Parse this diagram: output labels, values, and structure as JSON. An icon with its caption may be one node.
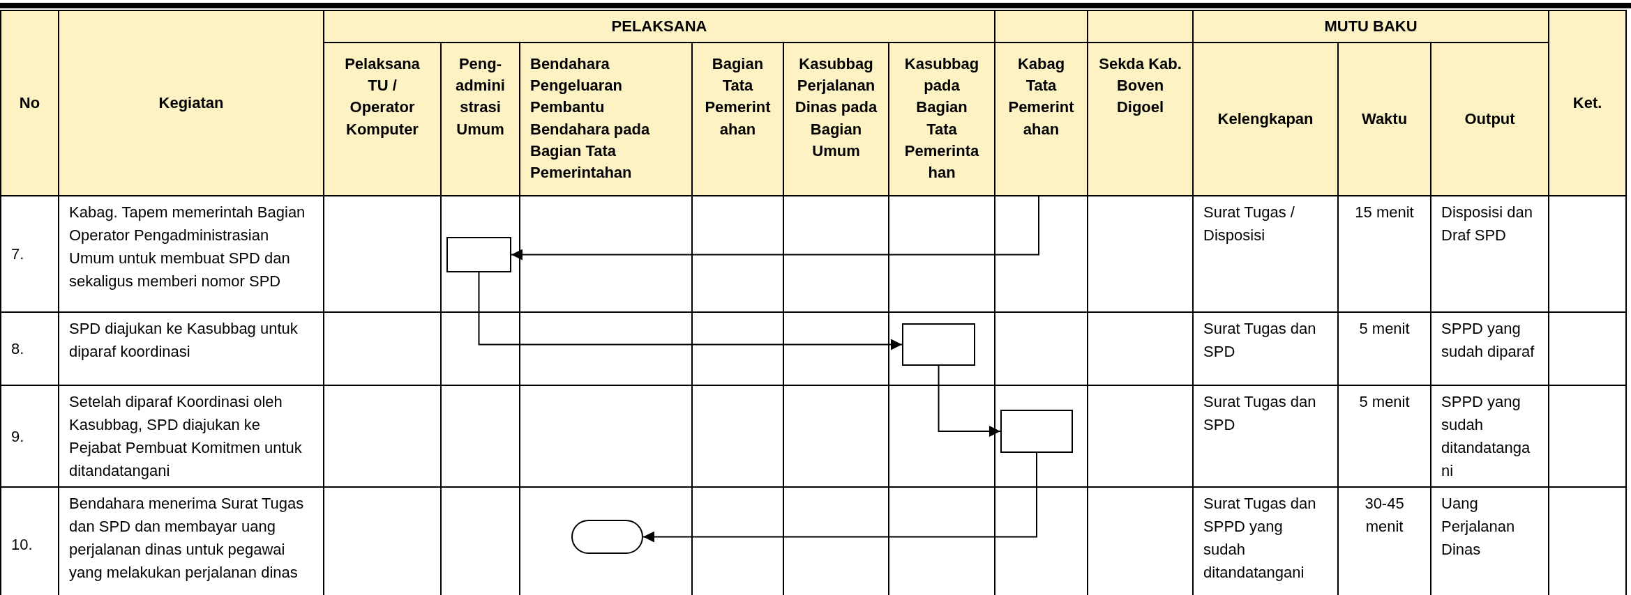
{
  "diagram": {
    "nodes": [
      {
        "text": [],
        "shape": "box"
      },
      {
        "text": [],
        "shape": "box"
      },
      {
        "text": [],
        "shape": "box"
      },
      {
        "text": [],
        "shape": "capsule"
      }
    ],
    "edges": [
      {
        "from": null,
        "to": 0,
        "arrow": "to"
      },
      {
        "from": 0,
        "to": 1,
        "arrow": "to"
      },
      {
        "from": 1,
        "to": 2,
        "arrow": "to"
      },
      {
        "from": 2,
        "to": 3,
        "arrow": "to"
      }
    ],
    "labels": [
      "No",
      "Kegiatan",
      "PELAKSANA",
      "MUTU BAKU",
      "Ket.",
      "Pelaksana TU / Operator Komputer",
      "Peng- admini strasi Umum",
      "Bendahara Pengeluaran Pembantu Bendahara pada Bagian Tata Pemerintahan",
      "Bagian Tata Pemerint ahan",
      "Kasubbag Perjalanan Dinas pada Bagian Umum",
      "Kasubbag pada Bagian Tata Pemerinta han",
      "Kabag Tata Pemerint ahan",
      "Sekda Kab. Boven Digoel",
      "Kelengkapan",
      "Waktu",
      "Output",
      "7.",
      "Kabag. Tapem memerintah Bagian Operator Pengadministrasian Umum untuk membuat SPD dan sekaligus memberi nomor SPD",
      "Surat Tugas / Disposisi",
      "15 menit",
      "Disposisi dan Draf SPD",
      "8.",
      "SPD diajukan ke Kasubbag untuk diparaf koordinasi",
      "Surat Tugas dan SPD",
      "5 menit",
      "SPPD yang sudah diparaf",
      "9.",
      "Setelah diparaf Koordinasi oleh Kasubbag, SPD diajukan ke Pejabat Pembuat Komitmen untuk ditandatangani",
      "Surat Tugas dan SPD",
      "5 menit",
      "SPPD yang sudah ditandatanga ni",
      "10.",
      "Bendahara menerima Surat Tugas dan SPD dan membayar uang perjalanan dinas untuk pegawai yang melakukan perjalanan dinas",
      "Surat Tugas dan SPPD yang sudah ditandatangani",
      "30-45 menit",
      "Uang Perjalanan Dinas"
    ]
  }
}
